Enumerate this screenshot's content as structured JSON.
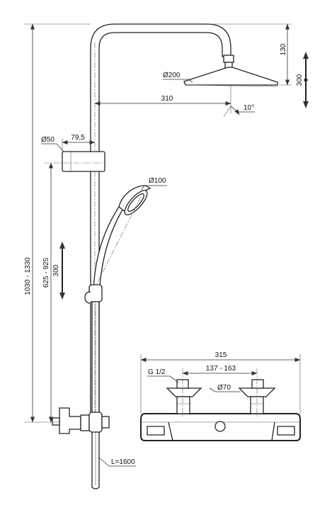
{
  "dimensions": {
    "head_height": "130",
    "head_adjust": "300",
    "head_diameter": "Ø200",
    "arm_reach": "310",
    "head_angle": "10°",
    "pipe_diameter": "Ø50",
    "holder_offset": "79,5",
    "hand_shower_diameter": "Ø100",
    "total_height": "1030 - 1330",
    "holder_height": "625 - 925",
    "slider_adjust": "300",
    "hose_length": "L=1600",
    "mixer_width": "315",
    "inlet_thread": "G 1/2",
    "inlet_spacing": "137 - 163",
    "escutcheon_diameter": "Ø70"
  }
}
